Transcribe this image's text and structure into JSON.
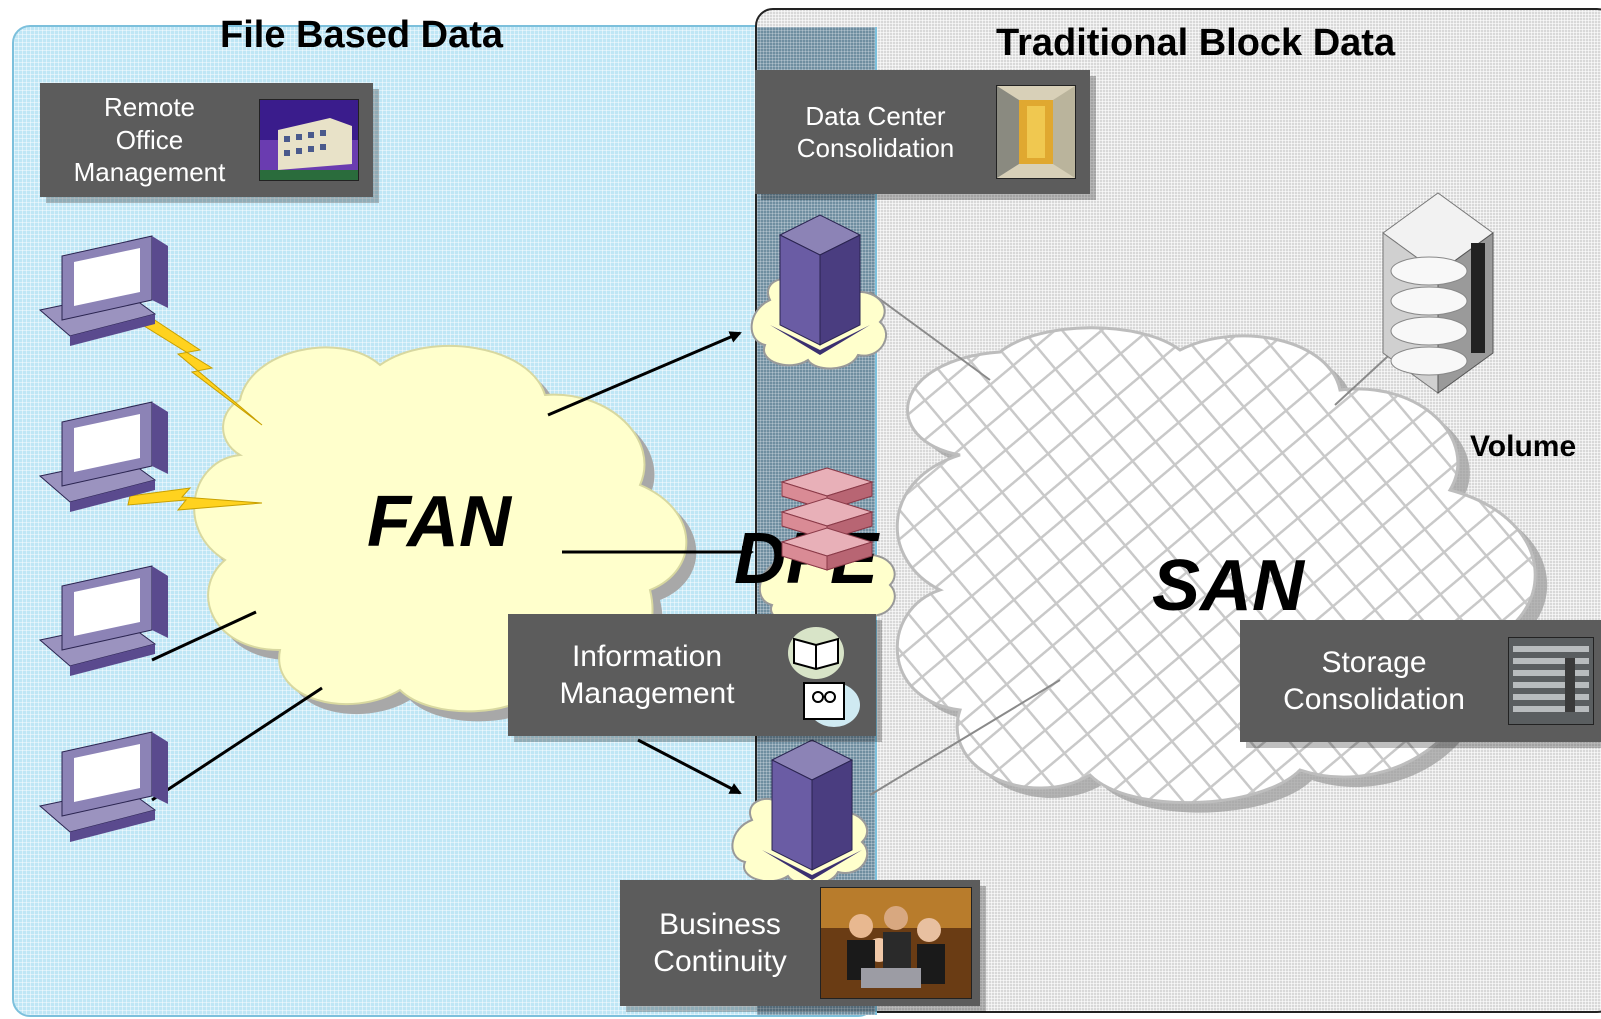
{
  "regions": {
    "file_title": "File Based Data",
    "block_title": "Traditional Block Data"
  },
  "clouds": {
    "fan": "FAN",
    "dfe": "DFE",
    "san": "SAN"
  },
  "labels": {
    "remote_office": [
      "Remote",
      "Office",
      "Management"
    ],
    "data_center": [
      "Data Center",
      "Consolidation"
    ],
    "information": [
      "Information",
      "Management"
    ],
    "storage": [
      "Storage",
      "Consolidation"
    ],
    "business": [
      "Business",
      "Continuity"
    ],
    "volume": "Volume"
  },
  "colors": {
    "file_panel": "#bfe6f5",
    "block_panel": "#d8d8d8",
    "fan_cloud": "#ffffcc",
    "label_box": "#5c5c5c",
    "server": "#5a4a8e",
    "dfe_device": "#d98b95",
    "lightning": "#ffd21f"
  },
  "icons": [
    "computer-icon",
    "server-icon",
    "appliance-icon",
    "storage-volume-icon",
    "lightning-icon"
  ]
}
